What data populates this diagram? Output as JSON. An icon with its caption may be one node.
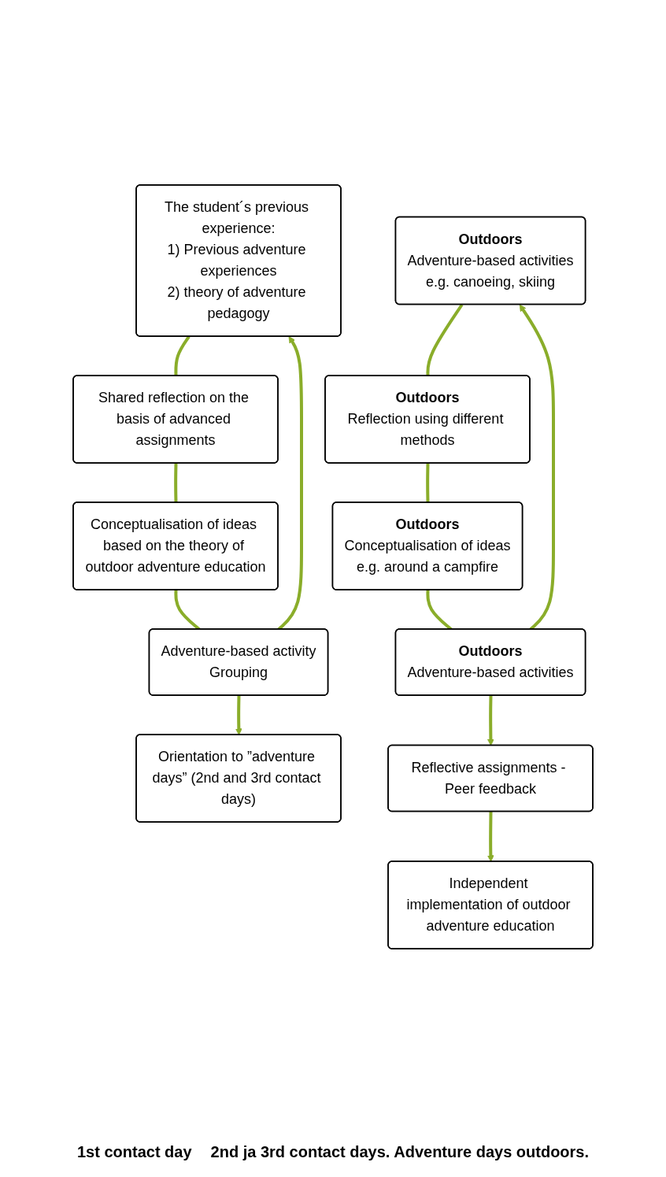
{
  "diagram": {
    "nodes": [
      {
        "text": [
          "Orientation to ”adventure days” (2nd and 3rd contact days)"
        ]
      },
      {
        "text": [
          "The student´s previous experience:",
          "1) Previous adventure experiences",
          "2) theory of adventure pedagogy"
        ]
      },
      {
        "text": [
          "Adventure-based activity",
          "Grouping"
        ]
      },
      {
        "text": [
          "Shared reflection on the basis of advanced assignments"
        ]
      },
      {
        "text": [
          "Conceptualisation of ideas based on the theory of outdoor adventure education"
        ]
      },
      {
        "text": [
          "Independent implementation of outdoor adventure education"
        ]
      },
      {
        "text": [
          "Reflective assignments - Peer feedback"
        ]
      },
      {
        "text": [
          "Outdoors",
          "Adventure-based activities",
          "e.g. canoeing, skiing"
        ]
      },
      {
        "text": [
          "Outdoors",
          "Adventure-based activities"
        ]
      },
      {
        "text": [
          "Outdoors",
          "Reflection using different methods"
        ]
      },
      {
        "text": [
          "Outdoors",
          "Conceptualisation of ideas",
          "e.g. around a campfire"
        ]
      }
    ],
    "edges": [
      {
        "from": 2,
        "to": 0,
        "arrow": "to"
      },
      {
        "from": 2,
        "to": 1,
        "arrow": "to"
      },
      {
        "from": 1,
        "to": 3,
        "arrow": "none"
      },
      {
        "from": 3,
        "to": 4,
        "arrow": "none"
      },
      {
        "from": 4,
        "to": 2,
        "arrow": "none"
      },
      {
        "from": 8,
        "to": 6,
        "arrow": "to"
      },
      {
        "from": 6,
        "to": 5,
        "arrow": "to"
      },
      {
        "from": 8,
        "to": 7,
        "arrow": "to"
      },
      {
        "from": 7,
        "to": 9,
        "arrow": "none"
      },
      {
        "from": 9,
        "to": 10,
        "arrow": "none"
      },
      {
        "from": 10,
        "to": 8,
        "arrow": "none"
      }
    ],
    "labels": [
      "1st contact day",
      "2nd ja 3rd contact days. Adventure days outdoors."
    ]
  }
}
